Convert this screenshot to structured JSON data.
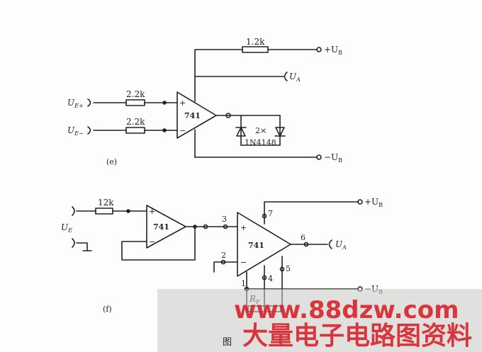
{
  "circuit_e": {
    "label": "(e)",
    "opamp": "741",
    "plus_sign": "+",
    "minus_sign": "−",
    "r_feedback": "1.2k",
    "r_in_plus": "2.2k",
    "r_in_minus": "2.2k",
    "in_plus_label": "U",
    "in_plus_sub": "E+",
    "in_minus_label": "U",
    "in_minus_sub": "E−",
    "supply_pos": "+U",
    "supply_pos_sub": "B",
    "output_label": "U",
    "output_sub": "A",
    "supply_neg": "−U",
    "supply_neg_sub": "B",
    "diode_count": "2×",
    "diode_part": "1N4148"
  },
  "circuit_f": {
    "label": "(f)",
    "opamp1": "741",
    "opamp2": "741",
    "plus_sign": "+",
    "minus_sign": "−",
    "r_in": "12k",
    "input_label": "U",
    "input_sub": "E",
    "pin_3": "3",
    "pin_2": "2",
    "pin_7": "7",
    "pin_6": "6",
    "pin_4": "4",
    "pin_5": "5",
    "pin_1": "1",
    "r_offset": "R",
    "r_offset_sub": "P",
    "supply_pos": "+U",
    "supply_pos_sub": "B",
    "output_label": "U",
    "output_sub": "A",
    "supply_neg": "−U",
    "supply_neg_sub": "B"
  },
  "figure_caption": "图",
  "watermark": {
    "url": "www.88dzw.com",
    "site_name": "大量电子电路图资料",
    "url_color": "#d9232b",
    "site_color": "#d9232b",
    "band_color": "#c8c8c8"
  }
}
